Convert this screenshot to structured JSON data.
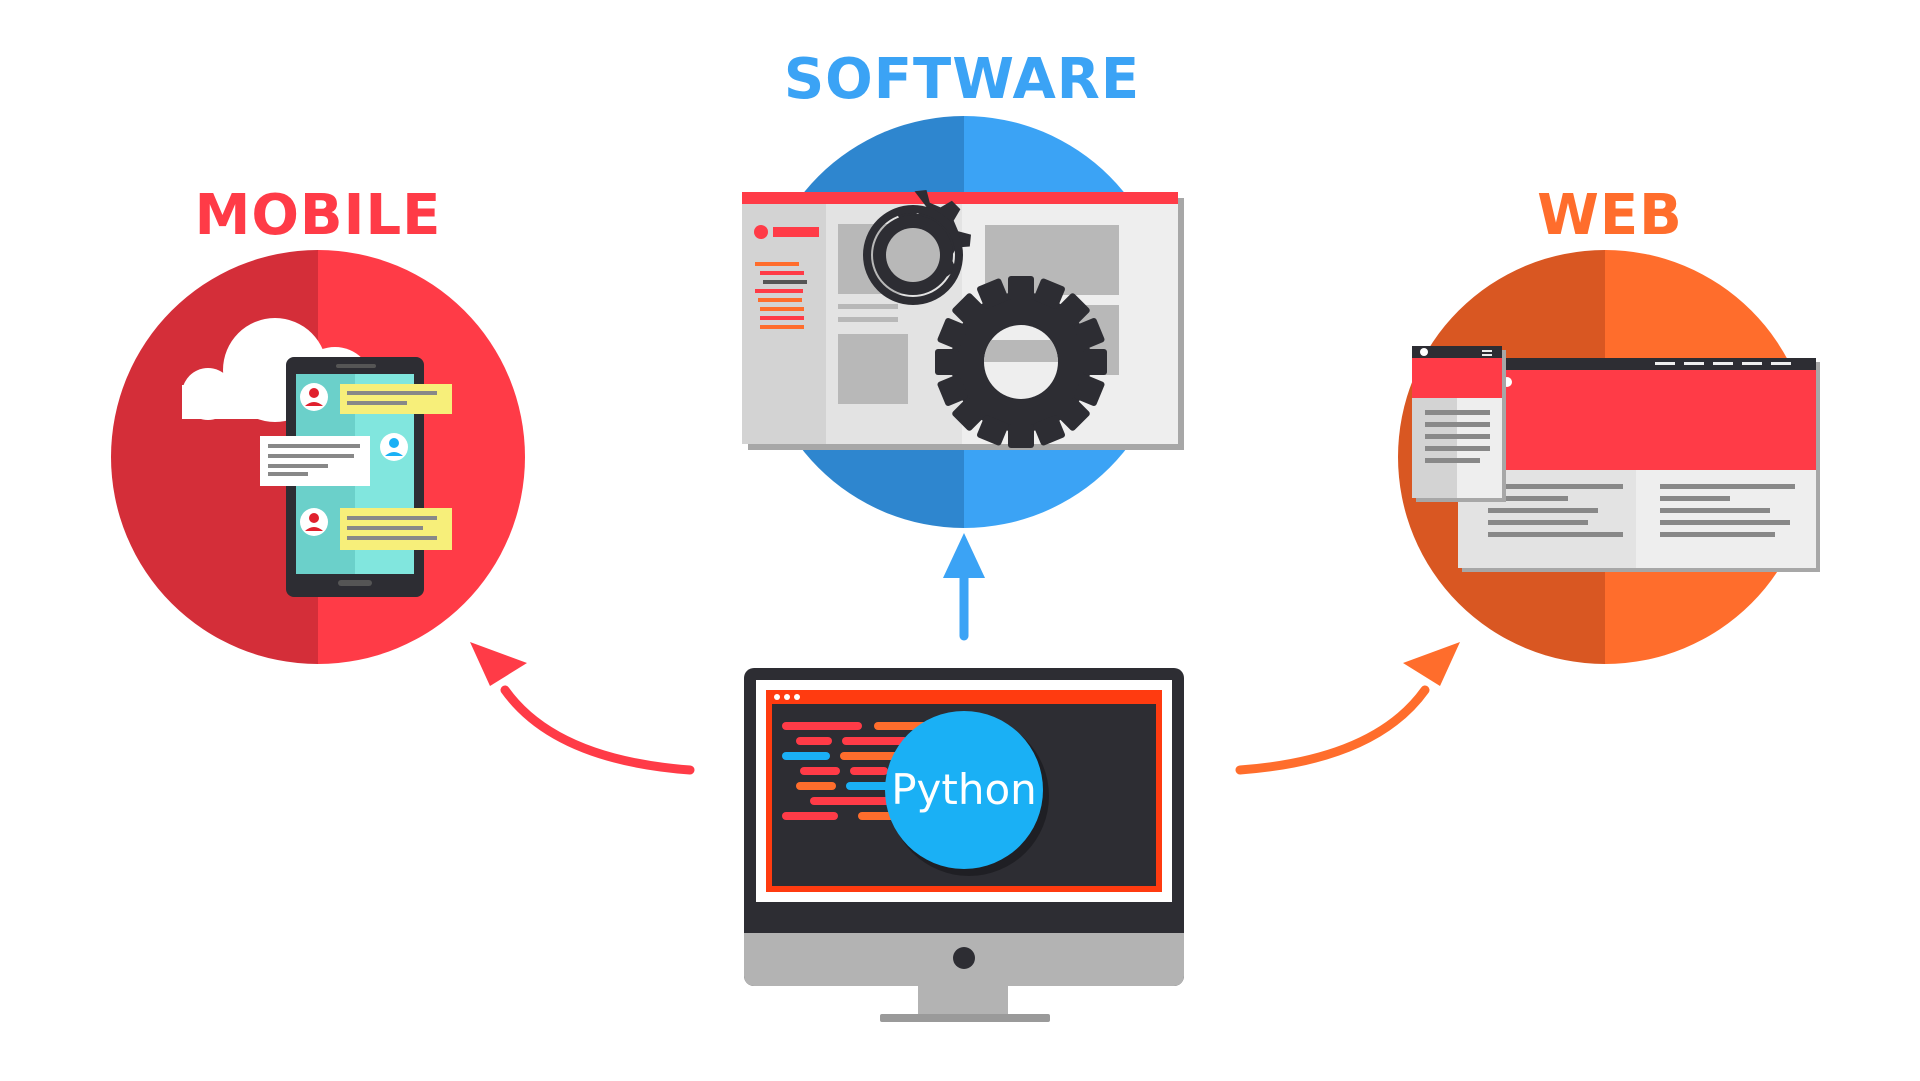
{
  "labels": {
    "software": "SOFTWARE",
    "mobile": "MOBILE",
    "web": "WEB",
    "python": "Python"
  },
  "colors": {
    "software_light": "#3BA3F5",
    "software_dark": "#2E86CF",
    "mobile_light": "#FF3B47",
    "mobile_dark": "#D42E39",
    "web_light": "#FF6D2C",
    "web_dark": "#D95722",
    "python_badge": "#1AB0F5",
    "monitor_dark": "#2D2D33",
    "monitor_stand": "#B3B3B3"
  },
  "icons": {
    "mobile": "phone-chat-icon",
    "software": "gears-window-icon",
    "web": "browser-windows-icon",
    "center": "monitor-code-icon"
  }
}
